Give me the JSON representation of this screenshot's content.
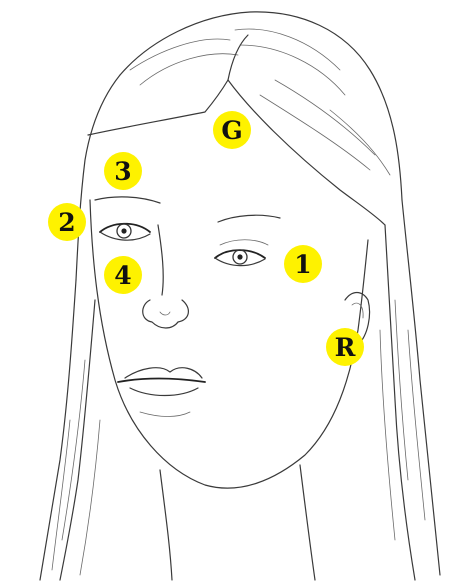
{
  "markers": {
    "g": {
      "label": "G"
    },
    "three": {
      "label": "3"
    },
    "two": {
      "label": "2"
    },
    "four": {
      "label": "4"
    },
    "one": {
      "label": "1"
    },
    "r": {
      "label": "R"
    }
  },
  "colors": {
    "marker_fill": "#fef200",
    "line": "#3a3a3a",
    "background": "#ffffff"
  }
}
